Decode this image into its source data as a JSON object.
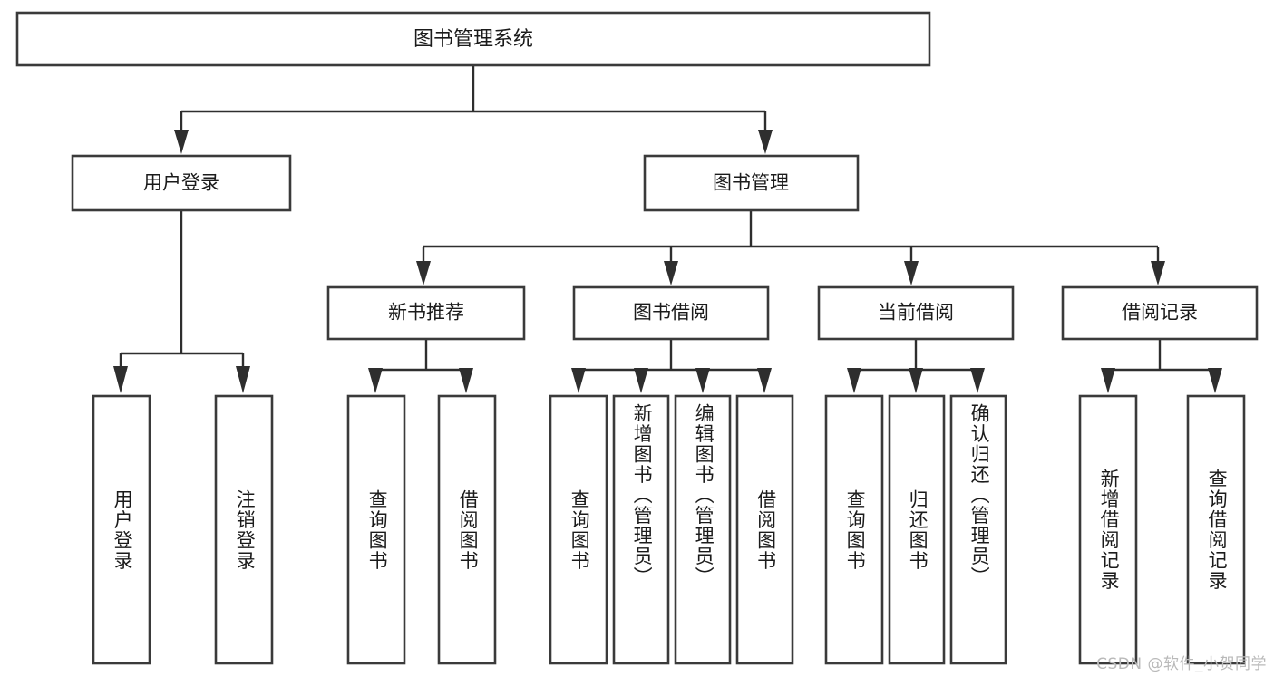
{
  "diagram": {
    "type": "tree-hierarchy",
    "title": "图书管理系统",
    "orientation": "top-down",
    "colors": {
      "box_stroke": "#3a3a3a",
      "box_fill": "#ffffff",
      "connector": "#2e2e2e",
      "text": "#1b1b1b",
      "background": "#ffffff",
      "watermark": "#b9b9b9"
    },
    "root": {
      "label": "图书管理系统"
    },
    "level2": [
      {
        "label": "用户登录"
      },
      {
        "label": "图书管理"
      }
    ],
    "level3": [
      {
        "label": "新书推荐"
      },
      {
        "label": "图书借阅"
      },
      {
        "label": "当前借阅"
      },
      {
        "label": "借阅记录"
      }
    ],
    "leaves": {
      "user_login": [
        {
          "label": "用户登录"
        },
        {
          "label": "注销登录"
        }
      ],
      "new_book_recommend": [
        {
          "label": "查询图书"
        },
        {
          "label": "借阅图书"
        }
      ],
      "book_borrow": [
        {
          "label": "查询图书"
        },
        {
          "label": "新增图书（管理员）"
        },
        {
          "label": "编辑图书（管理员）"
        },
        {
          "label": "借阅图书"
        }
      ],
      "current_borrow": [
        {
          "label": "查询图书"
        },
        {
          "label": "归还图书"
        },
        {
          "label": "确认归还（管理员）"
        }
      ],
      "borrow_record": [
        {
          "label": "新增借阅记录"
        },
        {
          "label": "查询借阅记录"
        }
      ]
    },
    "watermark": "CSDN @软件_小贺同学"
  }
}
